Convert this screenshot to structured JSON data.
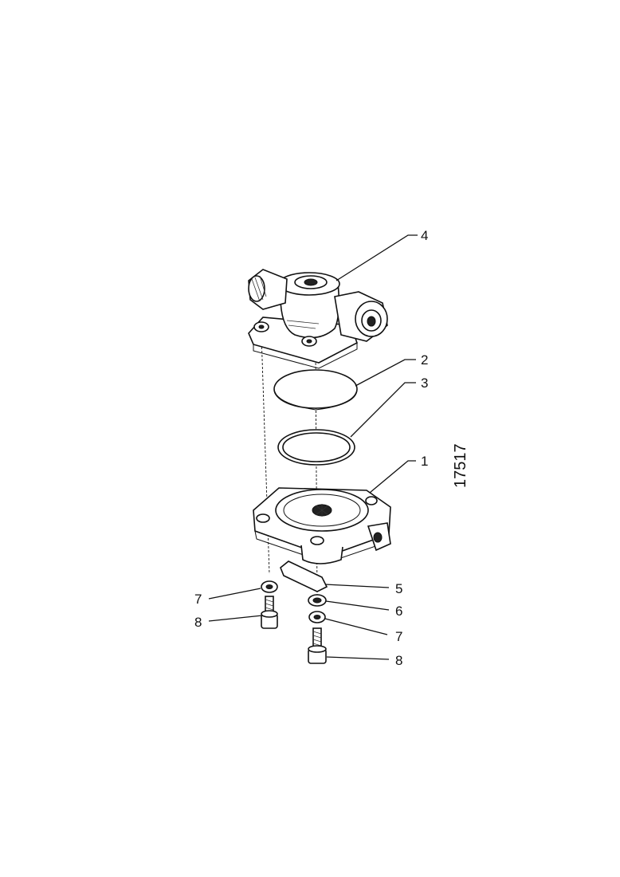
{
  "figure_number": "17517",
  "callouts": {
    "c4": "4",
    "c2": "2",
    "c3": "3",
    "c1": "1",
    "c5": "5",
    "c6": "6",
    "c7_right": "7",
    "c8_right": "8",
    "c7_left": "7",
    "c8_left": "8"
  }
}
